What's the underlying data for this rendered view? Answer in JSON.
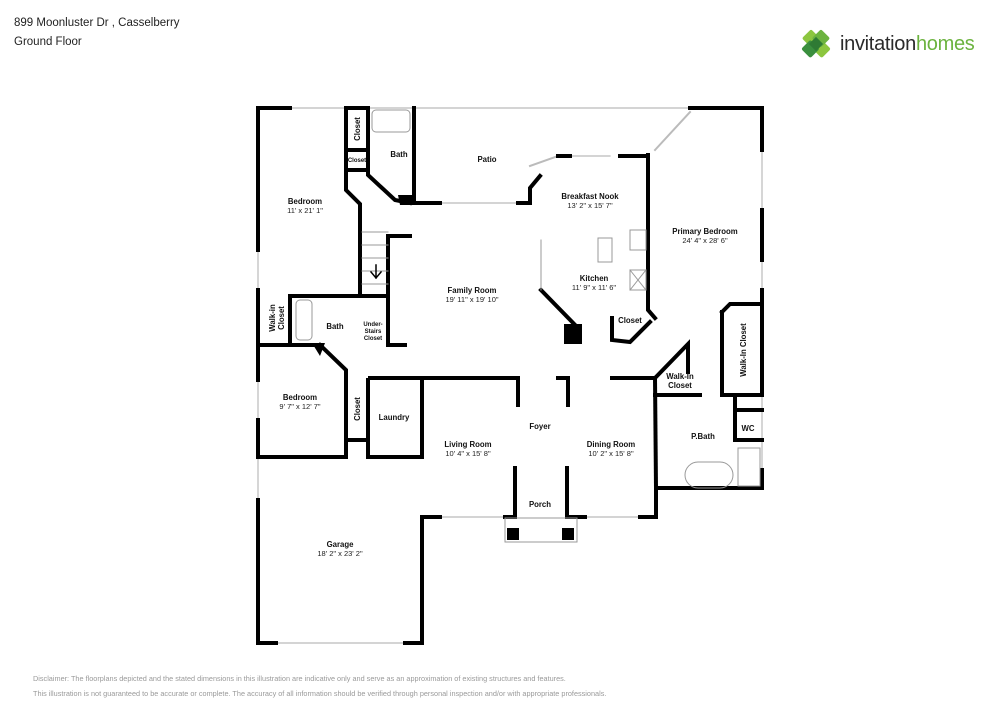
{
  "header": {
    "address": "899 Moonluster Dr , Casselberry",
    "floor": "Ground Floor"
  },
  "logo": {
    "word1": "invitation",
    "word2": "homes",
    "brand_color_dark": "#3a8f3e",
    "brand_color_light": "#8cc63f",
    "icon": "clover-logo-icon"
  },
  "rooms": {
    "bedroom1": {
      "name": "Bedroom",
      "dims": "11' x 21' 1\""
    },
    "closet1": {
      "name": "Closet"
    },
    "closet2": {
      "name": "Closet"
    },
    "bath1": {
      "name": "Bath"
    },
    "patio": {
      "name": "Patio"
    },
    "breakfast": {
      "name": "Breakfast Nook",
      "dims": "13' 2\" x 15' 7\""
    },
    "primary": {
      "name": "Primary Bedroom",
      "dims": "24' 4\" x 28' 6\""
    },
    "family": {
      "name": "Family Room",
      "dims": "19' 11\" x 19' 10\""
    },
    "kitchen": {
      "name": "Kitchen",
      "dims": "11' 9\" x 11' 6\""
    },
    "kitchen_closet": {
      "name": "Closet"
    },
    "walkin1": {
      "name_line1": "Walk-in",
      "name_line2": "Closet"
    },
    "bath2": {
      "name": "Bath"
    },
    "understairs": {
      "line1": "Under-",
      "line2": "Stairs",
      "line3": "Closet"
    },
    "walkin_primary": {
      "name": "Walk-In Closet"
    },
    "walkin2": {
      "line1": "Walk-In",
      "line2": "Closet"
    },
    "bedroom2": {
      "name": "Bedroom",
      "dims": "9' 7\" x 12' 7\""
    },
    "closet3": {
      "name": "Closet"
    },
    "laundry": {
      "name": "Laundry"
    },
    "foyer": {
      "name": "Foyer"
    },
    "living": {
      "name": "Living Room",
      "dims": "10' 4\" x 15' 8\""
    },
    "dining": {
      "name": "Dining Room",
      "dims": "10' 2\" x 15' 8\""
    },
    "pbath": {
      "name": "P.Bath"
    },
    "wc": {
      "name": "WC"
    },
    "porch": {
      "name": "Porch"
    },
    "garage": {
      "name": "Garage",
      "dims": "18' 2\" x 23' 2\""
    }
  },
  "disclaimer": {
    "line1": "Disclaimer: The floorplans depicted and the stated dimensions in this illustration are indicative only and serve as an approximation of existing structures and features.",
    "line2": "This illustration is not guaranteed to be accurate or complete. The accuracy of all information should be verified through personal inspection and/or with appropriate professionals."
  }
}
